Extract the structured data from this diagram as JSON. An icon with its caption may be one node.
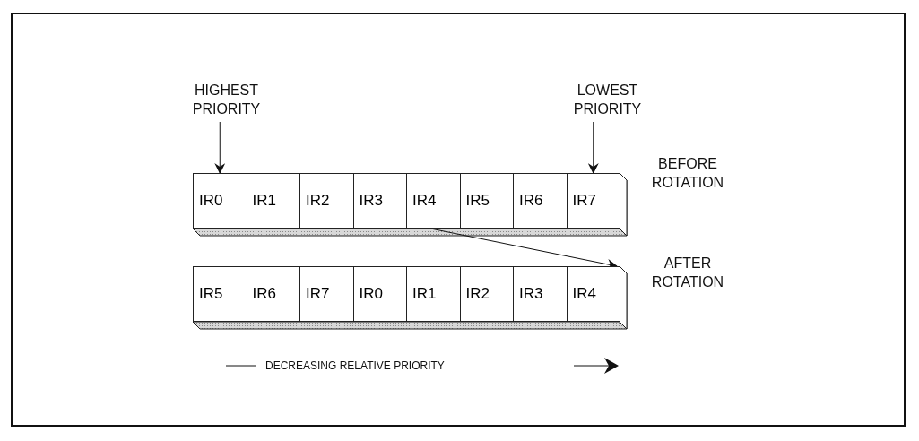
{
  "diagram": {
    "nodes": [
      {
        "text": [
          "HIGHEST PRIORITY"
        ]
      },
      {
        "text": [
          "LOWEST PRIORITY"
        ]
      },
      {
        "text": [
          "IR0"
        ]
      },
      {
        "text": [
          "IR1"
        ]
      },
      {
        "text": [
          "IR2"
        ]
      },
      {
        "text": [
          "IR3"
        ]
      },
      {
        "text": [
          "IR4"
        ]
      },
      {
        "text": [
          "IR5"
        ]
      },
      {
        "text": [
          "IR6"
        ]
      },
      {
        "text": [
          "IR7"
        ]
      },
      {
        "text": [
          "IR5"
        ]
      },
      {
        "text": [
          "IR6"
        ]
      },
      {
        "text": [
          "IR7"
        ]
      },
      {
        "text": [
          "IR0"
        ]
      },
      {
        "text": [
          "IR1"
        ]
      },
      {
        "text": [
          "IR2"
        ]
      },
      {
        "text": [
          "IR3"
        ]
      },
      {
        "text": [
          "IR4"
        ]
      }
    ],
    "edges": [
      {
        "from": 0,
        "to": 2,
        "arrow": "to"
      },
      {
        "from": 1,
        "to": 9,
        "arrow": "to"
      },
      {
        "from": 6,
        "to": 17,
        "arrow": "to"
      }
    ],
    "labels": [
      "BEFORE ROTATION",
      "AFTER ROTATION",
      "DECREASING RELATIVE PRIORITY"
    ]
  }
}
